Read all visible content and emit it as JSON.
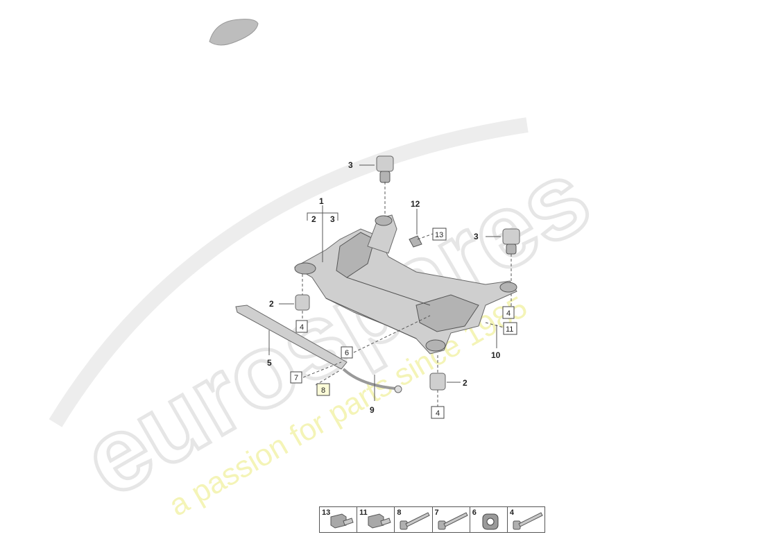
{
  "watermark": {
    "brand": "eurospares",
    "tagline": "a passion for parts since 1985"
  },
  "callouts": {
    "c1": "1",
    "c1_sub_a": "2",
    "c1_sub_b": "3",
    "c2_left": "2",
    "c2_right": "2",
    "c3_top": "3",
    "c3_right": "3",
    "c5": "5",
    "c9": "9",
    "c10": "10",
    "c12": "12"
  },
  "boxed_refs": {
    "b4_left": "4",
    "b4_right": "4",
    "b4_bottom": "4",
    "b6": "6",
    "b7": "7",
    "b8": "8",
    "b11": "11",
    "b13": "13"
  },
  "legend": [
    {
      "num": "13",
      "icon": "hex-bolt-short-icon"
    },
    {
      "num": "11",
      "icon": "hex-bolt-short-icon"
    },
    {
      "num": "8",
      "icon": "hex-bolt-long-icon"
    },
    {
      "num": "7",
      "icon": "hex-bolt-long-icon"
    },
    {
      "num": "6",
      "icon": "spacer-sleeve-icon"
    },
    {
      "num": "4",
      "icon": "hex-bolt-long-icon"
    }
  ]
}
